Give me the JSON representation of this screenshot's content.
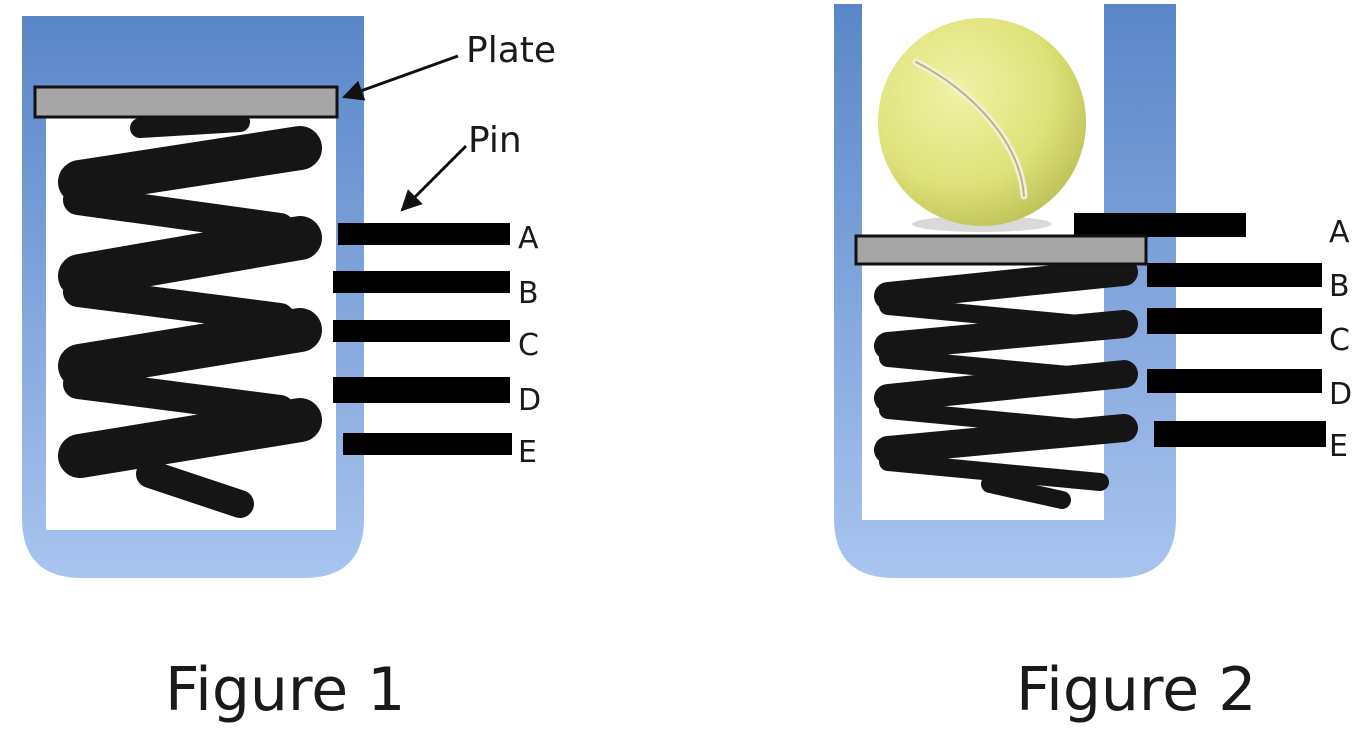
{
  "colors": {
    "container_top": "#5a86c8",
    "container_bottom": "#a9c4ef",
    "spring": "#151515",
    "pin": "#000000",
    "plate_fill": "#a6a6a6",
    "ball_felt": "#dfe27a",
    "ball_seam": "#f2f0d8"
  },
  "figure1": {
    "caption": "Figure 1",
    "plate_label": "Plate",
    "pin_label": "Pin",
    "pins": [
      "A",
      "B",
      "C",
      "D",
      "E"
    ]
  },
  "figure2": {
    "caption": "Figure 2",
    "pins": [
      "A",
      "B",
      "C",
      "D",
      "E"
    ],
    "object_icon": "tennis-ball-icon"
  }
}
